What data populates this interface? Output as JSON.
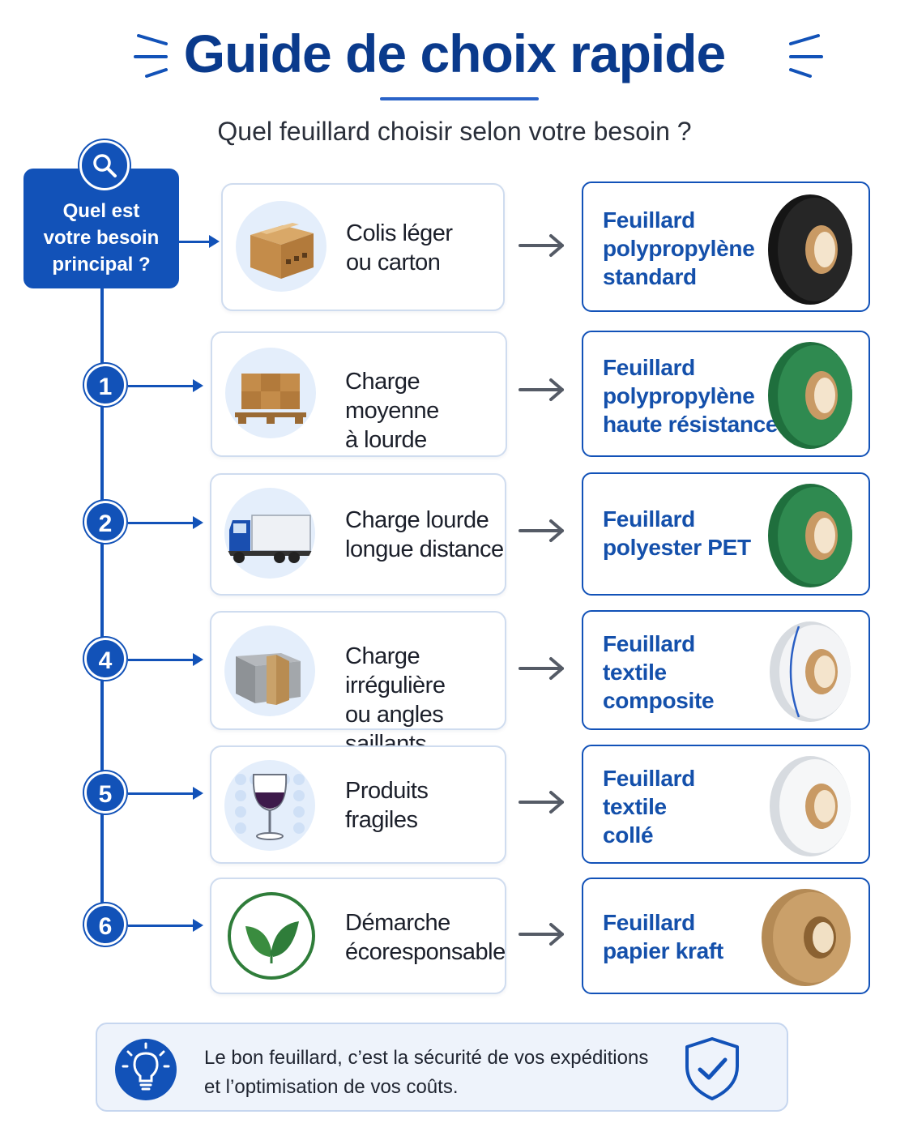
{
  "header": {
    "title": "Guide de choix rapide",
    "subtitle": "Quel feuillard choisir selon votre besoin ?"
  },
  "start": {
    "line1": "Quel est",
    "line2": "votre besoin",
    "line3": "principal ?"
  },
  "steps": [
    {
      "number": "",
      "need_line1": "Colis léger",
      "need_line2": "ou carton",
      "need_icon": "cardboard-box-icon",
      "result_lines": [
        "Feuillard",
        "polypropylène",
        "standard"
      ],
      "roll_color": "black"
    },
    {
      "number": "1",
      "need_line1": "Charge moyenne",
      "need_line2": "à lourde",
      "need_icon": "pallet-boxes-icon",
      "result_lines": [
        "Feuillard",
        "polypropylène",
        "haute résistance"
      ],
      "roll_color": "green"
    },
    {
      "number": "2",
      "need_line1": "Charge lourde",
      "need_line2": "longue distance",
      "need_icon": "truck-icon",
      "result_lines": [
        "Feuillard",
        "polyester PET"
      ],
      "roll_color": "green"
    },
    {
      "number": "4",
      "need_line1": "Charge irrégulière",
      "need_line2": "ou angles saillants",
      "need_icon": "concrete-block-icon",
      "result_lines": [
        "Feuillard",
        "textile",
        "composite"
      ],
      "roll_color": "white-blue"
    },
    {
      "number": "5",
      "need_line1": "Produits",
      "need_line2": "fragiles",
      "need_icon": "wine-glass-icon",
      "result_lines": [
        "Feuillard",
        "textile",
        "collé"
      ],
      "roll_color": "white"
    },
    {
      "number": "6",
      "need_line1": "Démarche",
      "need_line2": "écoresponsable",
      "need_icon": "leaf-icon",
      "result_lines": [
        "Feuillard",
        "papier kraft"
      ],
      "roll_color": "kraft"
    }
  ],
  "footer": {
    "line1": "Le bon feuillard, c’est la sécurité de vos expéditions",
    "line2": "et l’optimisation de vos coûts.",
    "left_icon": "lightbulb-icon",
    "right_icon": "shield-check-icon"
  },
  "colors": {
    "primary": "#1252b8",
    "title": "#0a3a8c",
    "result_text": "#1450ab"
  }
}
